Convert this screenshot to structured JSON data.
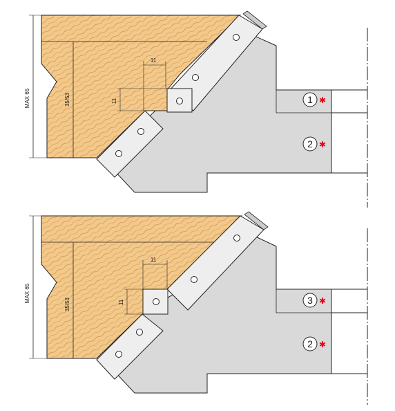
{
  "diagrams": [
    {
      "max_label": "MAX 65",
      "range_label": "35/53",
      "dim_horizontal": "11",
      "dim_vertical": "11",
      "marker_top": "1",
      "marker_bottom": "2"
    },
    {
      "max_label": "MAX 65",
      "range_label": "35/53",
      "dim_horizontal": "11",
      "dim_vertical": "11",
      "marker_top": "3",
      "marker_bottom": "2"
    }
  ],
  "colors": {
    "wood": "#f3c98b",
    "wood_grain": "#c98d45",
    "steel": "#d9d9d9",
    "knife": "#eeeeee",
    "outline": "#222222",
    "accent": "#e3001b"
  },
  "icons": {
    "marker_star": "red-asterisk-icon",
    "screw": "screw-hole-icon"
  }
}
